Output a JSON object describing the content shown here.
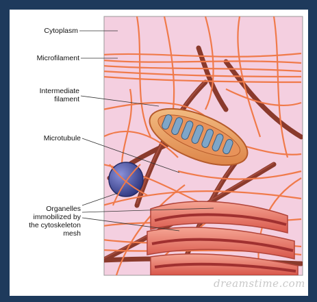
{
  "labels": {
    "cytoplasm": "Cytoplasm",
    "microfilament": "Microfilament",
    "intermediate_line1": "Intermediate",
    "intermediate_line2": "filament",
    "microtubule": "Microtubule",
    "organelles_line1": "Organelles",
    "organelles_line2": "immobilized by",
    "organelles_line3": "the cytoskeleton",
    "organelles_line4": "mesh"
  },
  "watermark": "dreamstime.com",
  "colors": {
    "frame": "#1e3a5c",
    "cytoplasm": "#f4cfe0",
    "microfilament": "#f07a4a",
    "microtubule": "#8a3a2c",
    "mitochondrion": "#e9a46a",
    "vesicle": "#4f57a8",
    "er": "#e26a5a"
  }
}
